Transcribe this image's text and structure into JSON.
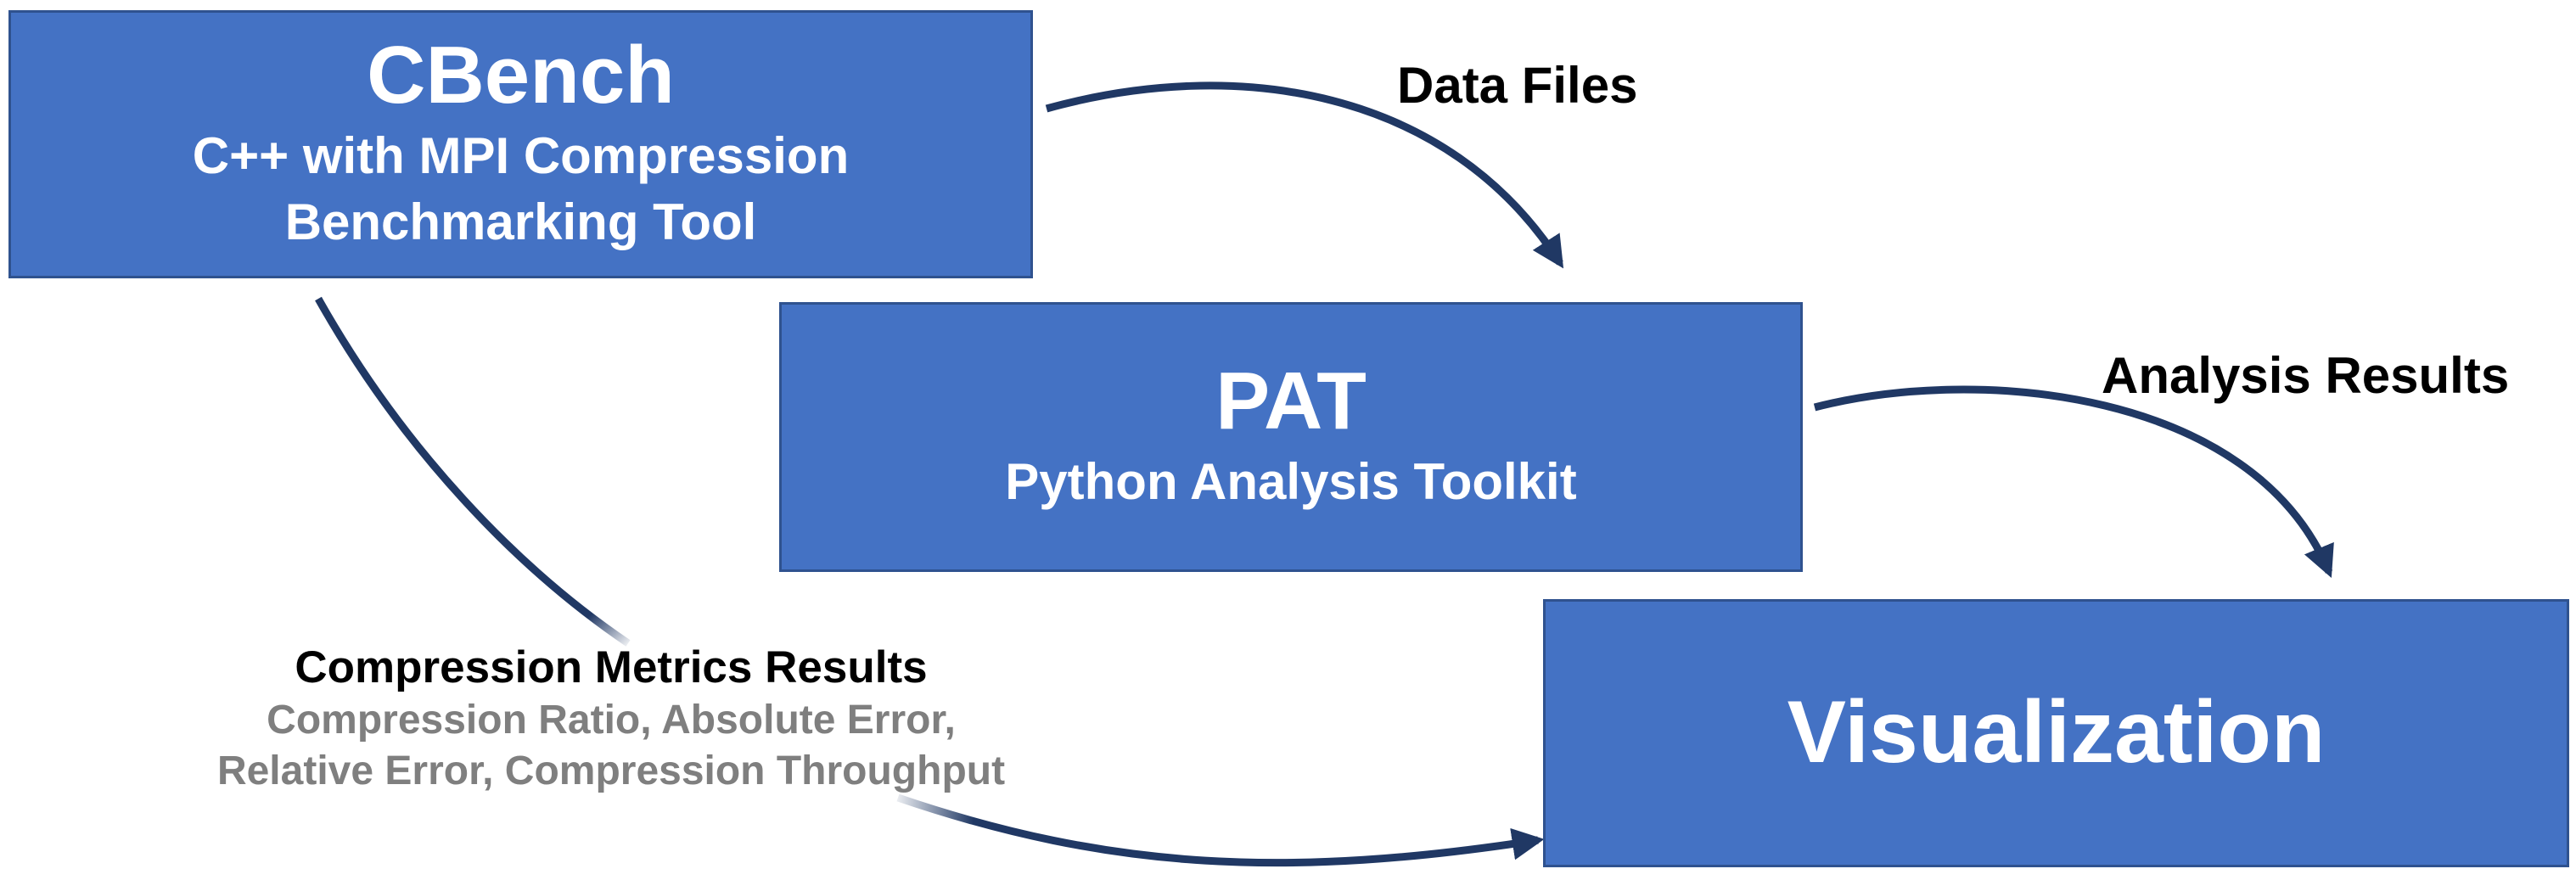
{
  "nodes": {
    "cbench": {
      "title": "CBench",
      "subtitle_lines": [
        "C++ with MPI Compression",
        "Benchmarking Tool"
      ]
    },
    "pat": {
      "title": "PAT",
      "subtitle": "Python Analysis Toolkit"
    },
    "visualization": {
      "title": "Visualization"
    }
  },
  "edges": {
    "data_files": {
      "from": "CBench",
      "to": "PAT",
      "label": "Data Files"
    },
    "analysis_results": {
      "from": "PAT",
      "to": "Visualization",
      "label": "Analysis Results"
    },
    "compression_metrics": {
      "from": "CBench",
      "to": "Visualization",
      "label": "Compression Metrics Results",
      "detail_lines": [
        "Compression Ratio, Absolute Error,",
        "Relative Error, Compression Throughput"
      ]
    }
  },
  "colors": {
    "box_fill": "#4472C4",
    "box_border": "#2F528F",
    "arrow": "#203864",
    "detail_text": "#7F7F7F"
  }
}
